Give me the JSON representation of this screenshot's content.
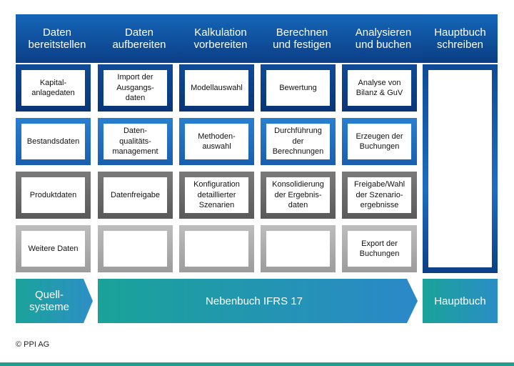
{
  "header": {
    "steps": [
      {
        "label": "Daten\nbereitstellen"
      },
      {
        "label": "Daten\naufbereiten"
      },
      {
        "label": "Kalkulation\nvorbereiten"
      },
      {
        "label": "Berechnen\nund festigen"
      },
      {
        "label": "Analysieren\nund buchen"
      },
      {
        "label": "Hauptbuch\nschreiben"
      }
    ]
  },
  "grid": {
    "rows": [
      [
        "Kapital-\nanlagedaten",
        "Import der\nAusgangs-\ndaten",
        "Modellauswahl",
        "Bewertung",
        "Analyse von\nBilanz & GuV"
      ],
      [
        "Bestandsdaten",
        "Daten-\nqualitäts-\nmanagement",
        "Methoden-\nauswahl",
        "Durchführung\nder\nBerechnungen",
        "Erzeugen der\nBuchungen"
      ],
      [
        "Produktdaten",
        "Datenfreigabe",
        "Konfiguration\ndetaillierter\nSzenarien",
        "Konsolidierung\nder Ergebnis-\ndaten",
        "Freigabe/Wahl\nder Szenario-\nergebnisse"
      ],
      [
        "Weitere Daten",
        "",
        "",
        "",
        "Export der\nBuchungen"
      ]
    ]
  },
  "footer_bar": {
    "quell": "Quell-\nsysteme",
    "nebenbuch": "Nebenbuch IFRS 17",
    "hauptbuch": "Hauptbuch"
  },
  "copyright": "© PPI AG",
  "colors": {
    "dark_blue": "#0b3f86",
    "mid_blue": "#1f6fc0",
    "dark_gray": "#5a5a5a",
    "light_gray": "#a8a8a8",
    "teal": "#1aa399"
  }
}
